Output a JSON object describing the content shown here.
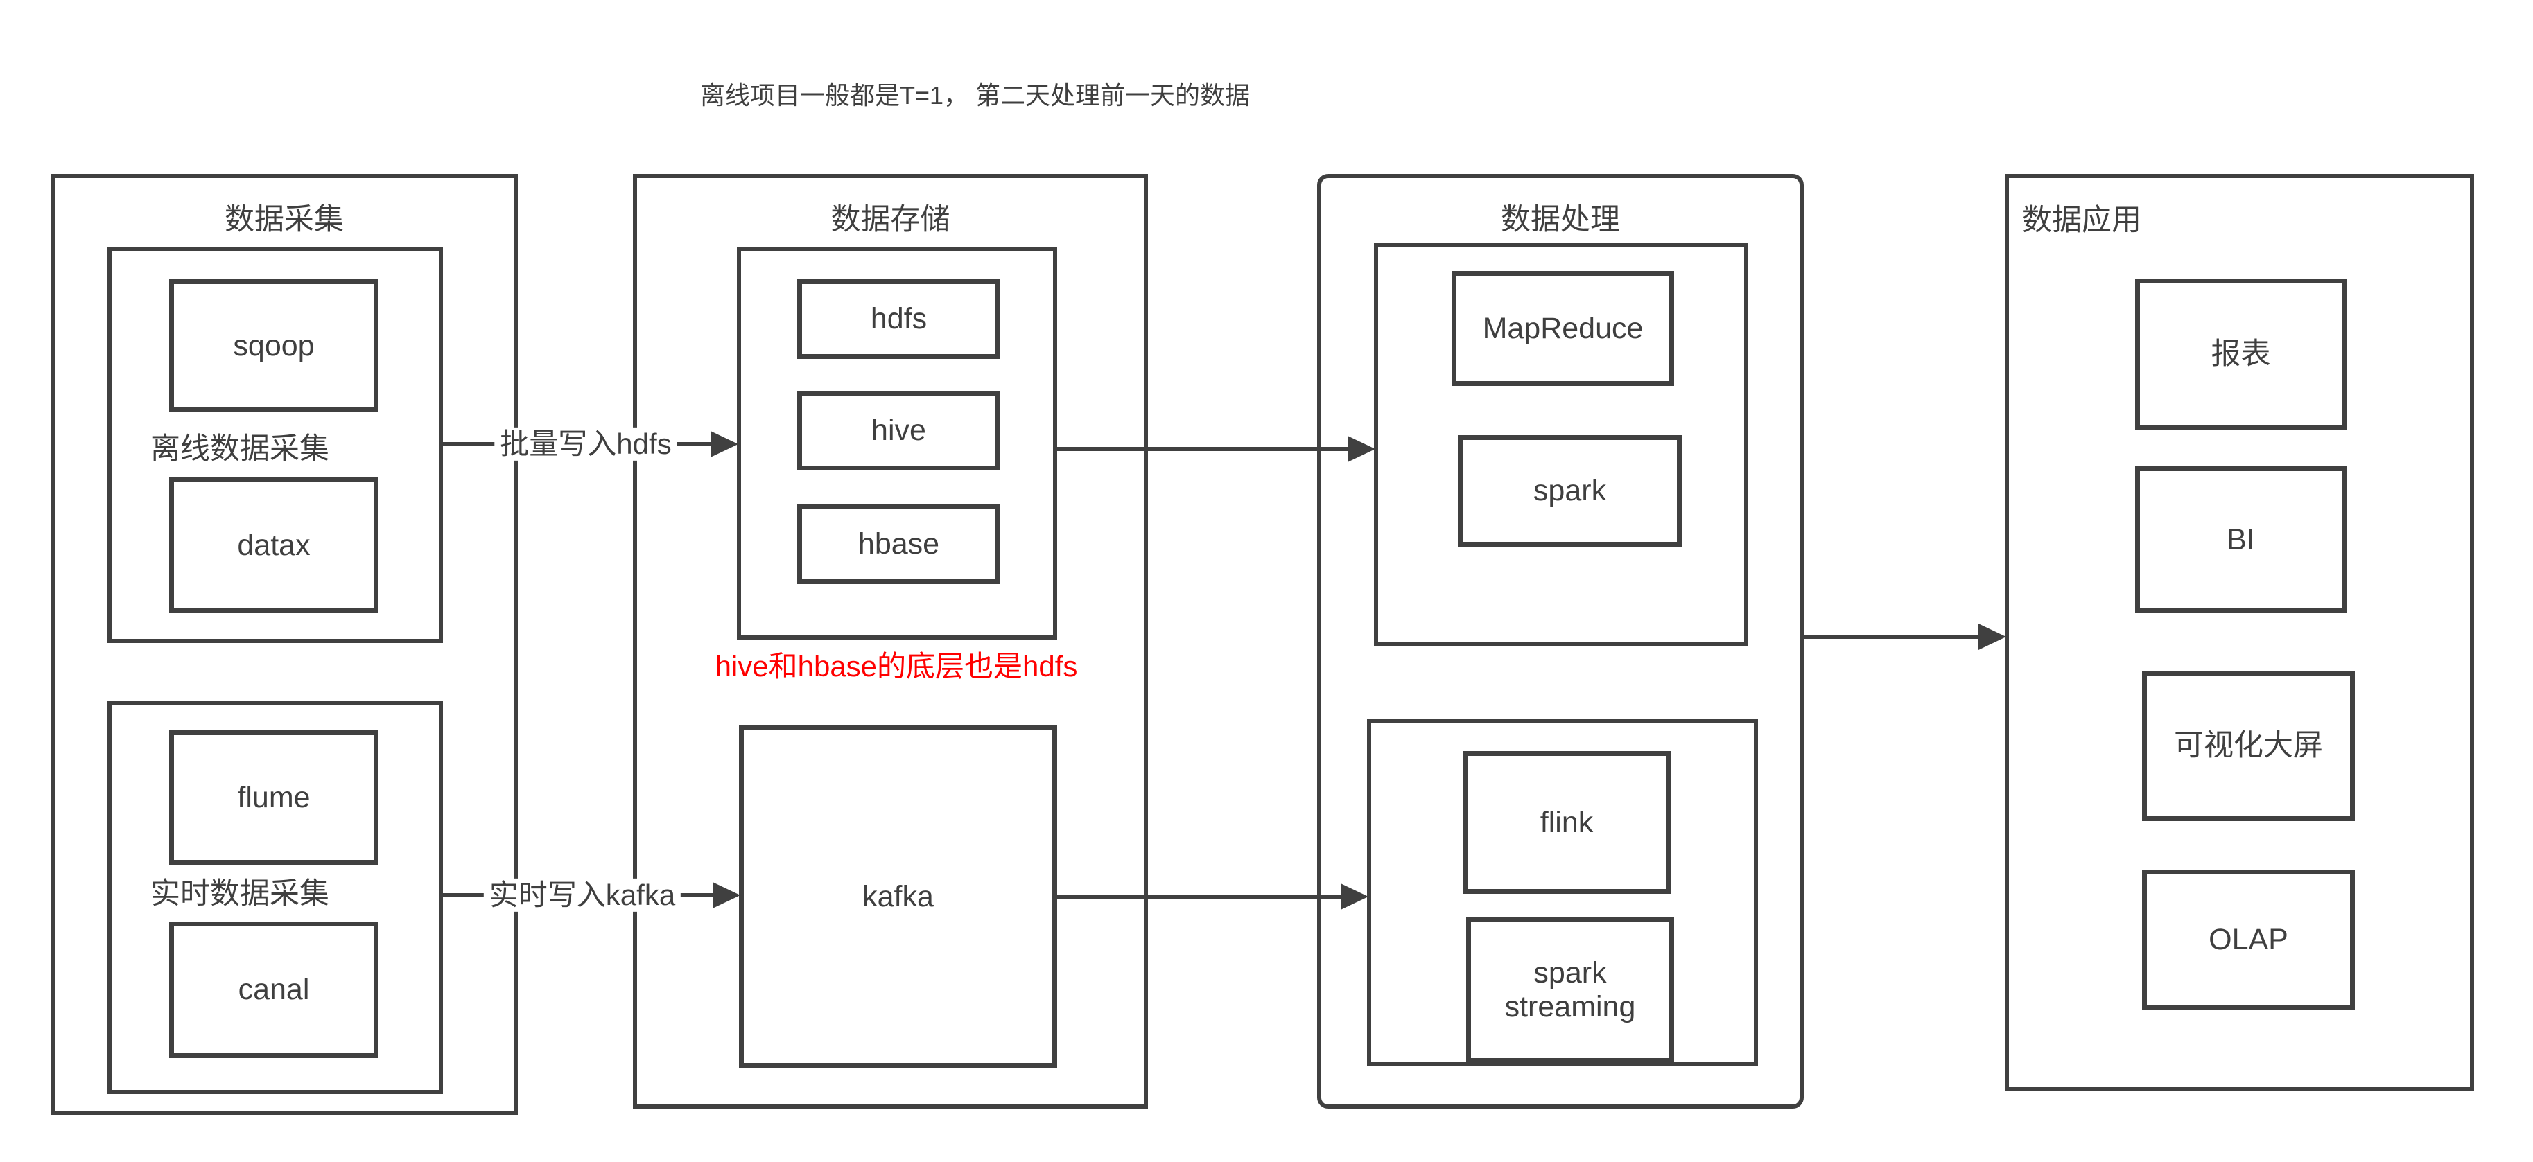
{
  "page_title": "离线项目一般都是T=1， 第二天处理前一天的数据",
  "colors": {
    "stroke": "#404040",
    "text": "#3f3f3f",
    "note_red": "#ff0000"
  },
  "columns": {
    "collection": {
      "title": "数据采集",
      "offline_group_label": "离线数据采集",
      "realtime_group_label": "实时数据采集",
      "boxes": {
        "sqoop": "sqoop",
        "datax": "datax",
        "flume": "flume",
        "canal": "canal"
      }
    },
    "storage": {
      "title": "数据存储",
      "boxes": {
        "hdfs": "hdfs",
        "hive": "hive",
        "hbase": "hbase",
        "kafka": "kafka"
      },
      "note": "hive和hbase的底层也是hdfs"
    },
    "processing": {
      "title": "数据处理",
      "boxes": {
        "mapreduce": "MapReduce",
        "spark": "spark",
        "flink": "flink",
        "spark_streaming": "spark streaming"
      }
    },
    "application": {
      "title": "数据应用",
      "boxes": {
        "report": "报表",
        "bi": "BI",
        "bigscreen": "可视化大屏",
        "olap": "OLAP"
      }
    }
  },
  "arrows": {
    "batch_to_hdfs": "批量写入hdfs",
    "realtime_to_kafka": "实时写入kafka"
  }
}
